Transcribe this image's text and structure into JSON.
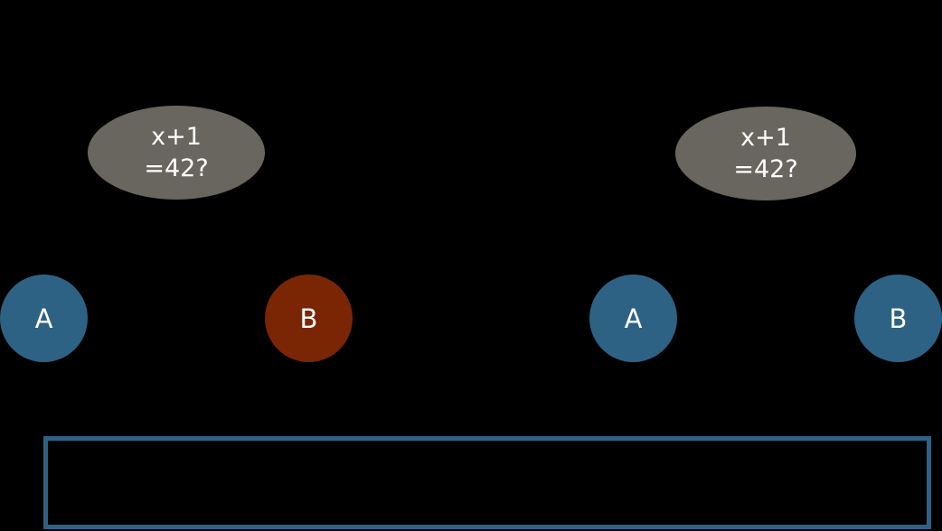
{
  "canvas": {
    "background": "#000000"
  },
  "colors": {
    "canvas_bg": "#000000",
    "bubble_fill": "#696660",
    "node_blue": "#2d6284",
    "node_red": "#7a2605",
    "label_text": "#ffffff",
    "box_border": "#2d6284"
  },
  "groups": [
    {
      "bubble": {
        "line1": "x+1",
        "line2": "=42?"
      },
      "nodes": [
        {
          "label": "A",
          "color": "blue"
        },
        {
          "label": "B",
          "color": "red"
        }
      ]
    },
    {
      "bubble": {
        "line1": "x+1",
        "line2": "=42?"
      },
      "nodes": [
        {
          "label": "A",
          "color": "blue"
        },
        {
          "label": "B",
          "color": "blue"
        }
      ]
    }
  ]
}
